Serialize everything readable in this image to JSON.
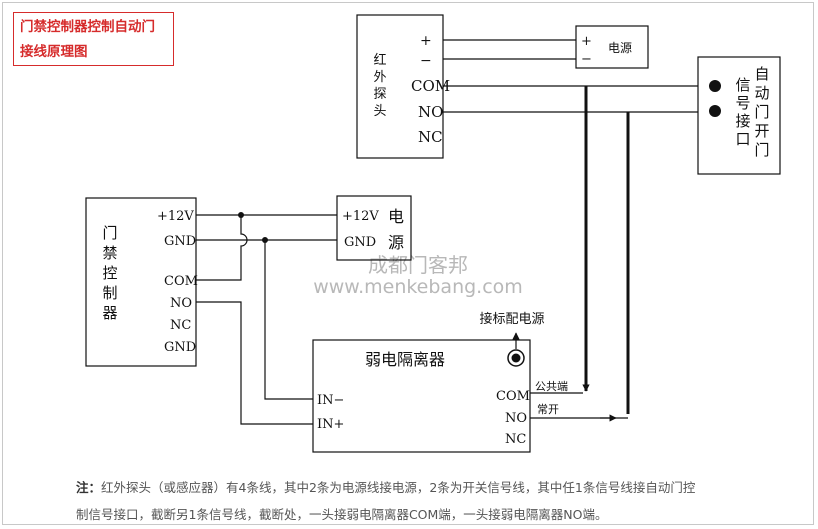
{
  "title": {
    "line1": "门禁控制器控制自动门",
    "line2": "接线原理图"
  },
  "sensor": {
    "name_chars": [
      "红",
      "外",
      "探",
      "头"
    ],
    "terminals": [
      "+",
      "−",
      "COM",
      "NO",
      "NC"
    ]
  },
  "sensor_power": {
    "terminals": [
      "+",
      "−"
    ],
    "label": "电源"
  },
  "door_signal": {
    "label_col1": [
      "信",
      "号",
      "接",
      "口"
    ],
    "label_col2": [
      "自",
      "动",
      "门",
      "开",
      "门"
    ]
  },
  "controller": {
    "name_chars": [
      "门",
      "禁",
      "控",
      "制",
      "器"
    ],
    "terminals": [
      "+12V",
      "GND",
      "COM",
      "NO",
      "NC",
      "GND"
    ]
  },
  "ctrl_power": {
    "terminals": [
      "+12V",
      "GND"
    ],
    "label_chars": [
      "电",
      "源"
    ]
  },
  "isolator": {
    "name": "弱电隔离器",
    "power_label": "接标配电源",
    "inputs": [
      "IN−",
      "IN+"
    ],
    "outputs": [
      "COM",
      "NO",
      "NC"
    ],
    "com_wire_label": "公共端",
    "no_wire_label": "常开"
  },
  "watermark": {
    "cn": "成都门客邦",
    "url": "www.menkebang.com"
  },
  "note": {
    "prefix": "注：",
    "line1": "红外探头（或感应器）有4条线，其中2条为电源线接电源，2条为开关信号线，其中任1条信号线接自动门控",
    "line2": "制信号接口，截断另1条信号线，截断处，一头接弱电隔离器COM端，一头接弱电隔离器NO端。"
  },
  "colors": {
    "title": "#d62c2c",
    "wire": "#111111",
    "watermark": "#b8b8b8"
  }
}
